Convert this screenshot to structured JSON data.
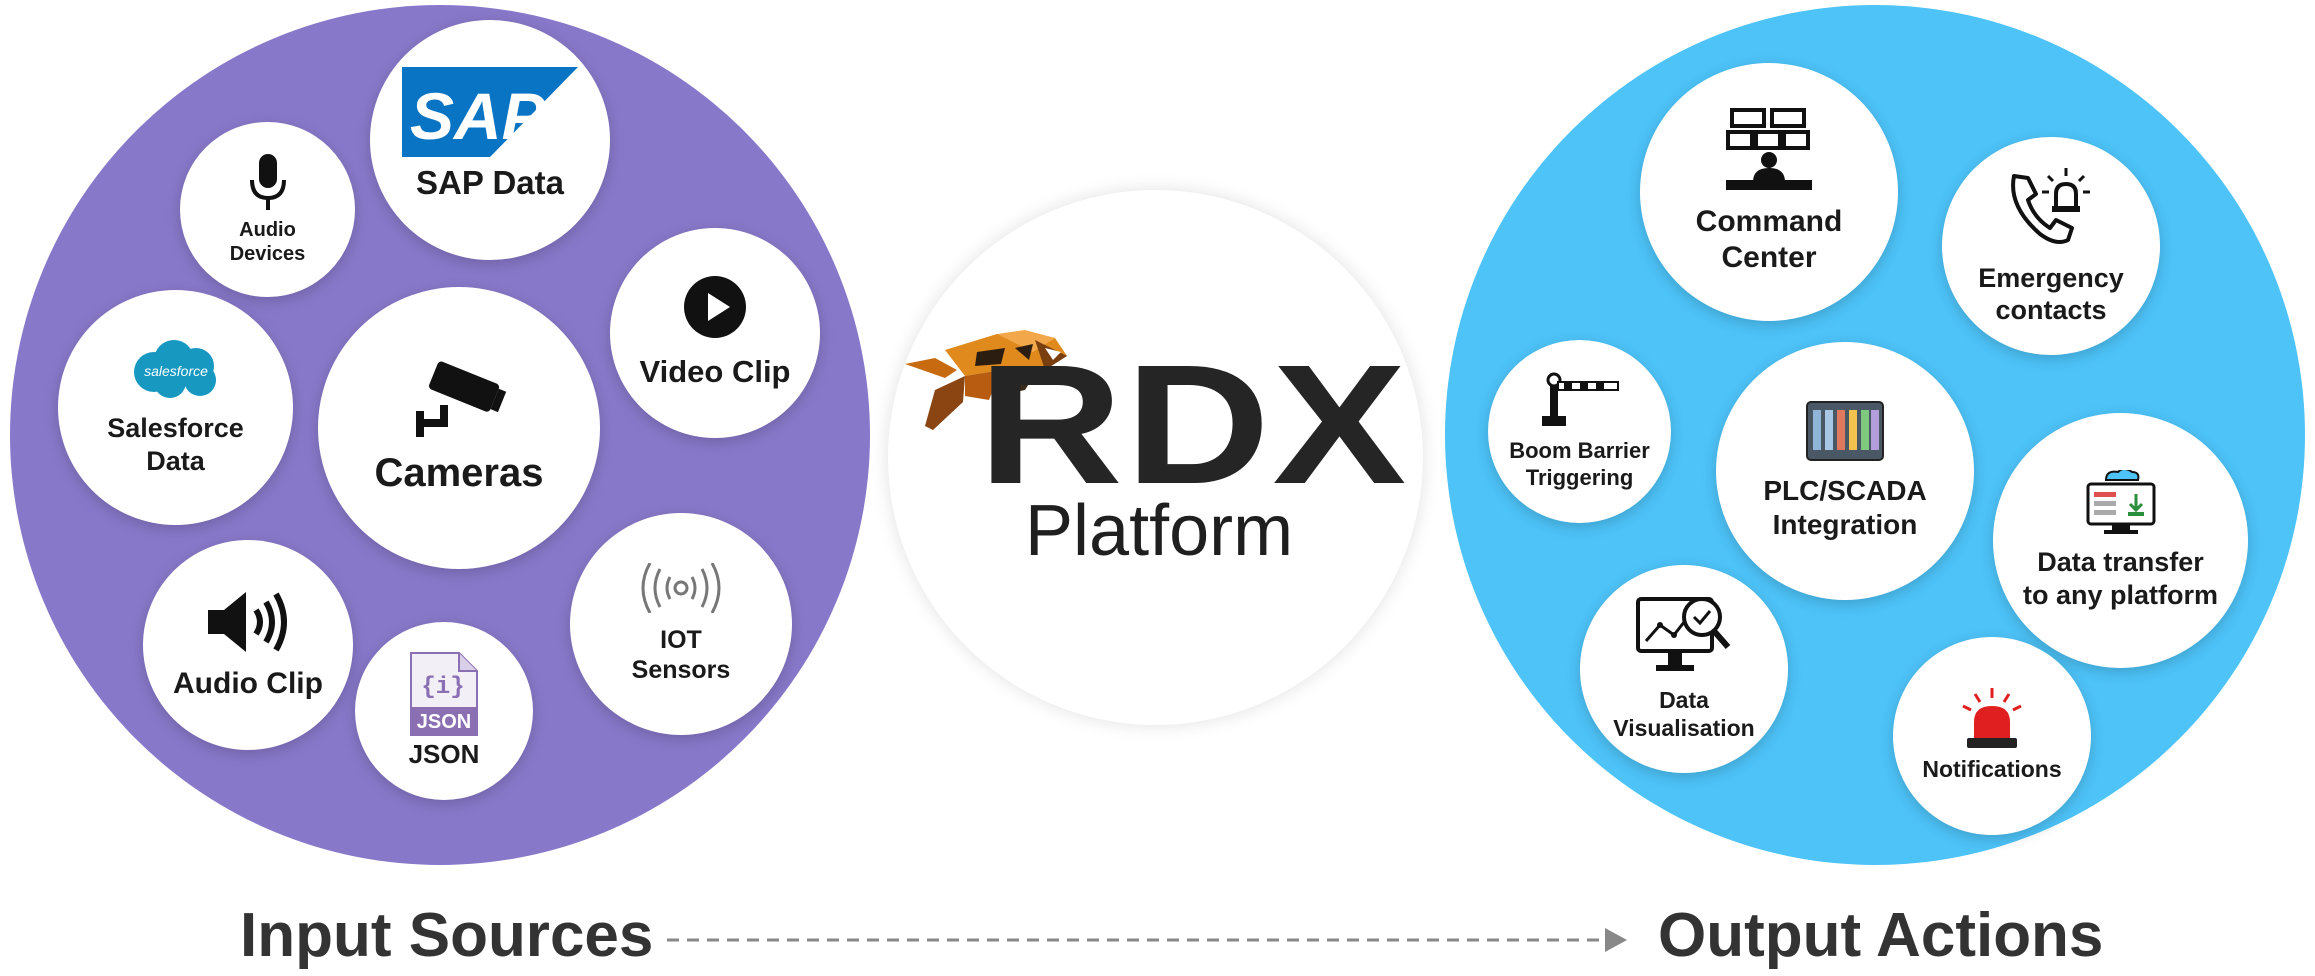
{
  "input": {
    "title": "Input Sources",
    "nodes": {
      "sap": {
        "logo": "SAP",
        "label": "SAP Data"
      },
      "audio_devices": {
        "label_line1": "Audio",
        "label_line2": "Devices"
      },
      "video_clip": {
        "label": "Video Clip"
      },
      "salesforce": {
        "logo": "salesforce",
        "label_line1": "Salesforce",
        "label_line2": "Data"
      },
      "cameras": {
        "label": "Cameras"
      },
      "audio_clip": {
        "label": "Audio Clip"
      },
      "iot": {
        "label_line1": "IOT",
        "label_line2": "Sensors"
      },
      "json": {
        "file_label": "JSON",
        "label": "JSON"
      }
    }
  },
  "center": {
    "brand": "RDX",
    "subtitle": "Platform"
  },
  "output": {
    "title": "Output Actions",
    "nodes": {
      "command_center": {
        "label_line1": "Command",
        "label_line2": "Center"
      },
      "emergency": {
        "label_line1": "Emergency",
        "label_line2": "contacts"
      },
      "boom_barrier": {
        "label_line1": "Boom Barrier",
        "label_line2": "Triggering"
      },
      "plc": {
        "label_line1": "PLC/SCADA",
        "label_line2": "Integration"
      },
      "data_transfer": {
        "label_line1": "Data transfer",
        "label_line2": "to any platform"
      },
      "data_vis": {
        "label_line1": "Data",
        "label_line2": "Visualisation"
      },
      "notifications": {
        "label": "Notifications"
      }
    }
  },
  "colors": {
    "input_circle": "#8878c9",
    "output_circle": "#4dc3f8",
    "sap_blue": "#0a74c4",
    "salesforce_blue": "#1798c1",
    "alarm_red": "#e02020"
  }
}
